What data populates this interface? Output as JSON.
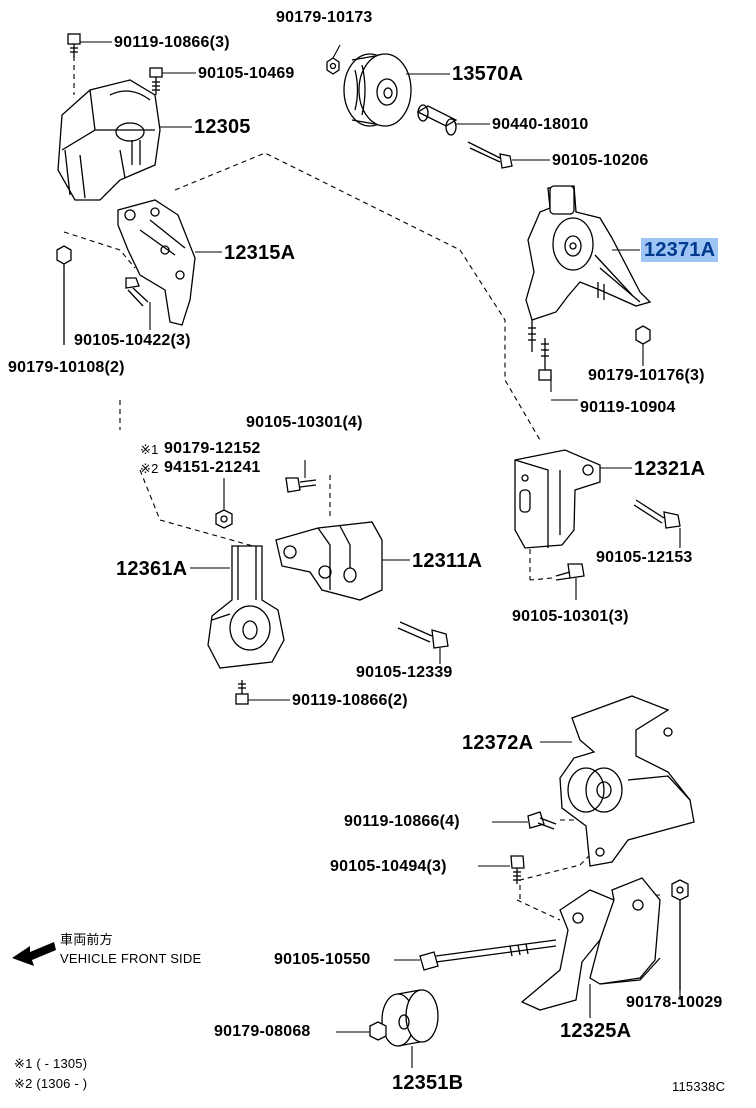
{
  "labels": {
    "p90179_10173": "90179-10173",
    "p90119_10866_3": "90119-10866(3)",
    "p90105_10469": "90105-10469",
    "p13570A": "13570A",
    "p12305": "12305",
    "p90440_18010": "90440-18010",
    "p90105_10206": "90105-10206",
    "p12315A": "12315A",
    "p12371A": "12371A",
    "p90105_10422_3": "90105-10422(3)",
    "p90179_10108_2": "90179-10108(2)",
    "p90179_10176_3": "90179-10176(3)",
    "p90119_10904": "90119-10904",
    "p90105_10301_4": "90105-10301(4)",
    "p90179_12152": "90179-12152",
    "p94151_21241": "94151-21241",
    "p12321A": "12321A",
    "p12361A": "12361A",
    "p12311A": "12311A",
    "p90105_12153": "90105-12153",
    "p90105_10301_3": "90105-10301(3)",
    "p90105_12339": "90105-12339",
    "p90119_10866_2": "90119-10866(2)",
    "p12372A": "12372A",
    "p90119_10866_4": "90119-10866(4)",
    "p90105_10494_3": "90105-10494(3)",
    "p90105_10550": "90105-10550",
    "p90178_10029": "90178-10029",
    "p12325A": "12325A",
    "p90179_08068": "90179-08068",
    "p12351B": "12351B"
  },
  "marks": {
    "note1": "※1",
    "note2": "※2"
  },
  "legend": {
    "front_jp": "車両前方",
    "front_en": "VEHICLE FRONT SIDE",
    "footnote1": "※1 (        - 1305)",
    "footnote2": "※2 (1306 -        )"
  },
  "figure_id": "115338C",
  "highlight_color": "#9ec5f5"
}
